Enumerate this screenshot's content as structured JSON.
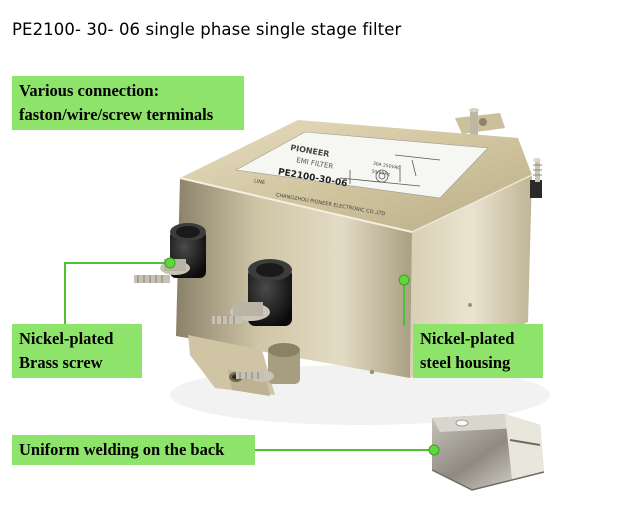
{
  "title": "PE2100- 30- 06 single phase single stage filter",
  "product": {
    "name": "EMI FILTER",
    "brand": "PIONEER",
    "model": "PE2100-30-06",
    "maker": "CHANGZHOU PIONEER ELECTRONIC CO.,LTD",
    "spec_1": "30A 250VAC",
    "spec_2": "50/60Hz",
    "line": "LINE"
  },
  "labels": {
    "connection": [
      "Various connection:",
      "faston/wire/screw terminals"
    ],
    "screw": [
      "Nickel-plated",
      "Brass screw"
    ],
    "housing": [
      "Nickel-plated",
      "steel housing"
    ],
    "welding": "Uniform welding on the back"
  },
  "colors": {
    "label_bg": "#8ee36b",
    "connector": "#4fc130",
    "housing": "#d6c9a4"
  }
}
